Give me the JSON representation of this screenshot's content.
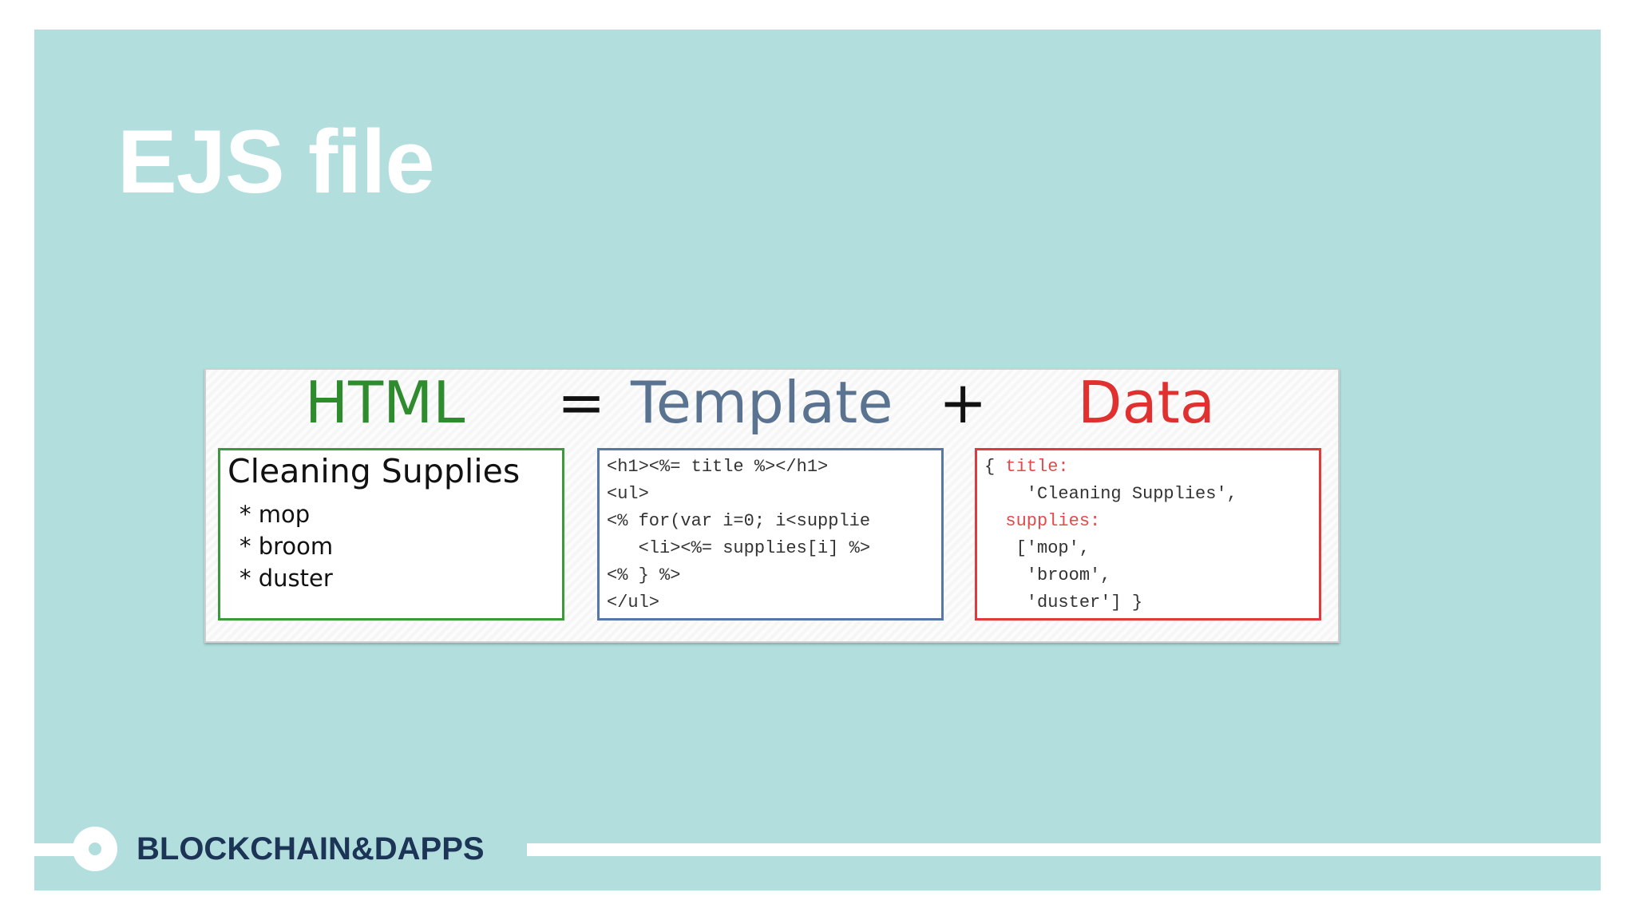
{
  "slide": {
    "title": "EJS file"
  },
  "figure": {
    "words": {
      "html": "HTML",
      "equals": "=",
      "template": "Template",
      "plus": "+",
      "data": "Data"
    },
    "html_panel": {
      "heading": "Cleaning Supplies",
      "items": [
        "mop",
        "broom",
        "duster"
      ]
    },
    "template_panel": {
      "lines": [
        "<h1><%= title %></h1>",
        "<ul>",
        "<% for(var i=0; i<supplie",
        "   <li><%= supplies[i] %>",
        "<% } %>",
        "</ul>"
      ]
    },
    "data_panel": {
      "open_brace": "{ ",
      "title_key": "title:",
      "title_value": "    'Cleaning Supplies',",
      "supplies_key": "supplies:",
      "item1": "   ['mop',",
      "item2": "    'broom',",
      "item3": "    'duster'] }"
    },
    "colors": {
      "html": "#2e8b2e",
      "template": "#5a7391",
      "data": "#e03030"
    }
  },
  "footer": {
    "brand": "BLOCKCHAIN&DAPPS"
  },
  "colors": {
    "background": "#b3dede",
    "brand": "#1c3557"
  }
}
